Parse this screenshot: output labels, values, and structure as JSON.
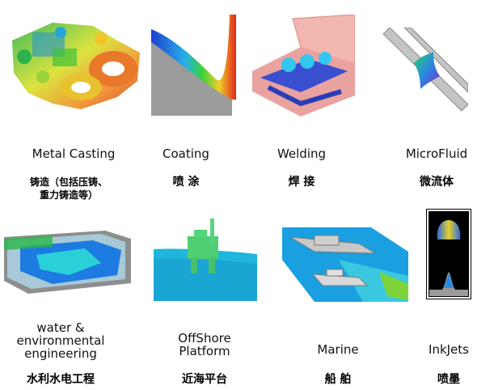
{
  "items": [
    {
      "en": "Metal Casting",
      "zh": "铸造（包括压铸、",
      "zh2": "重力铸造等）"
    },
    {
      "en": "Coating",
      "zh": "喷 涂"
    },
    {
      "en": "Welding",
      "zh": "焊 接"
    },
    {
      "en": "MicroFluid",
      "zh": "微流体"
    },
    {
      "en": "water &",
      "en2": "environmental",
      "en3": "engineering",
      "zh": "水利水电工程"
    },
    {
      "en": "OffShore",
      "en2": "Platform",
      "zh": "近海平台"
    },
    {
      "en": "Marine",
      "zh": "船 舶"
    },
    {
      "en": "InkJets",
      "zh": "喷墨"
    }
  ]
}
